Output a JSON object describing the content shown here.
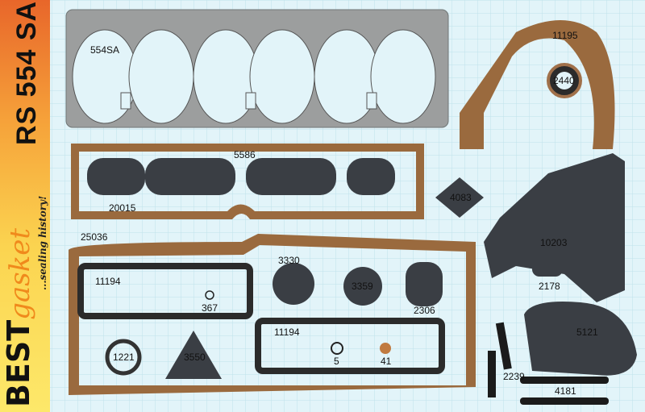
{
  "banner": {
    "set_code": "RS 554 SA",
    "brand_best": "BEST",
    "brand_gasket": "gasket",
    "slogan": "...sealing history!"
  },
  "parts": [
    {
      "id": "554SA"
    },
    {
      "id": "11195"
    },
    {
      "id": "2440"
    },
    {
      "id": "5586"
    },
    {
      "id": "20015"
    },
    {
      "id": "4083"
    },
    {
      "id": "25036"
    },
    {
      "id": "10203"
    },
    {
      "id": "3330"
    },
    {
      "id": "11194"
    },
    {
      "id": "367"
    },
    {
      "id": "3359"
    },
    {
      "id": "2306"
    },
    {
      "id": "2178"
    },
    {
      "id": "11194"
    },
    {
      "id": "5121"
    },
    {
      "id": "1221"
    },
    {
      "id": "3550"
    },
    {
      "id": "5"
    },
    {
      "id": "41"
    },
    {
      "id": "2239"
    },
    {
      "id": "4181"
    }
  ],
  "colors": {
    "cork": "#9a6a3e",
    "rubber": "#3a3e44",
    "steel": "#9c9e9e",
    "grid": "#bfe2ea"
  }
}
